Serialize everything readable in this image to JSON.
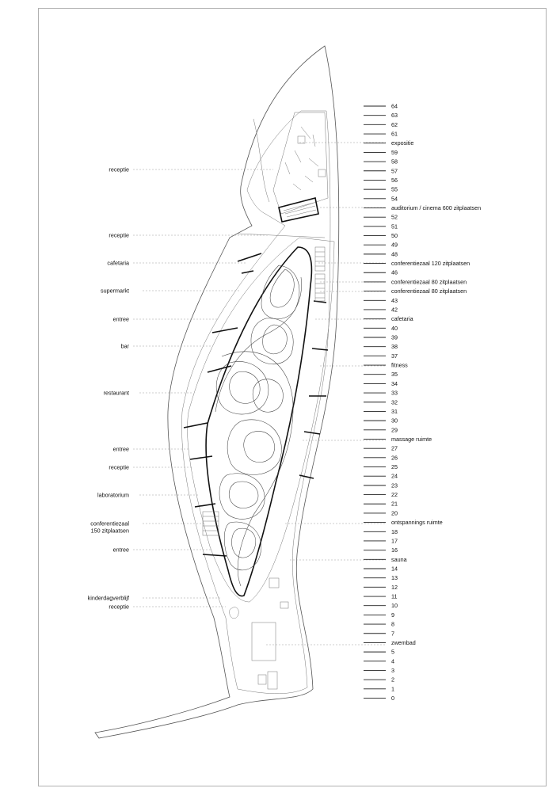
{
  "floors": [
    "64",
    "63",
    "62",
    "61",
    "expositie",
    "59",
    "58",
    "57",
    "56",
    "55",
    "54",
    "auditorium / cinema 600 zitplaatsen",
    "52",
    "51",
    "50",
    "49",
    "48",
    "conferentiezaal 120 zitplaatsen",
    "46",
    "conferentiezaal 80 zitplaatsen",
    "conferentiezaal 80 zitplaatsen",
    "43",
    "42",
    "cafetaria",
    "40",
    "39",
    "38",
    "37",
    "fitness",
    "35",
    "34",
    "33",
    "32",
    "31",
    "30",
    "29",
    "massage ruimte",
    "27",
    "26",
    "25",
    "24",
    "23",
    "22",
    "21",
    "20",
    "ontspannings ruimte",
    "18",
    "17",
    "16",
    "sauna",
    "14",
    "13",
    "12",
    "11",
    "10",
    "9",
    "8",
    "7",
    "zwembad",
    "5",
    "4",
    "3",
    "2",
    "1",
    "0"
  ],
  "left_labels": [
    {
      "text": "receptie"
    },
    {
      "text": "receptie"
    },
    {
      "text": "cafetaria"
    },
    {
      "text": "supermarkt"
    },
    {
      "text": "entree"
    },
    {
      "text": "bar"
    },
    {
      "text": "restaurant"
    },
    {
      "text": "entree"
    },
    {
      "text": "receptie"
    },
    {
      "text": "laboratorium"
    },
    {
      "text": "conferentiezaal\n150 zitplaatsen"
    },
    {
      "text": "entree"
    },
    {
      "text": "kinderdagverblijf"
    },
    {
      "text": "receptie"
    }
  ]
}
